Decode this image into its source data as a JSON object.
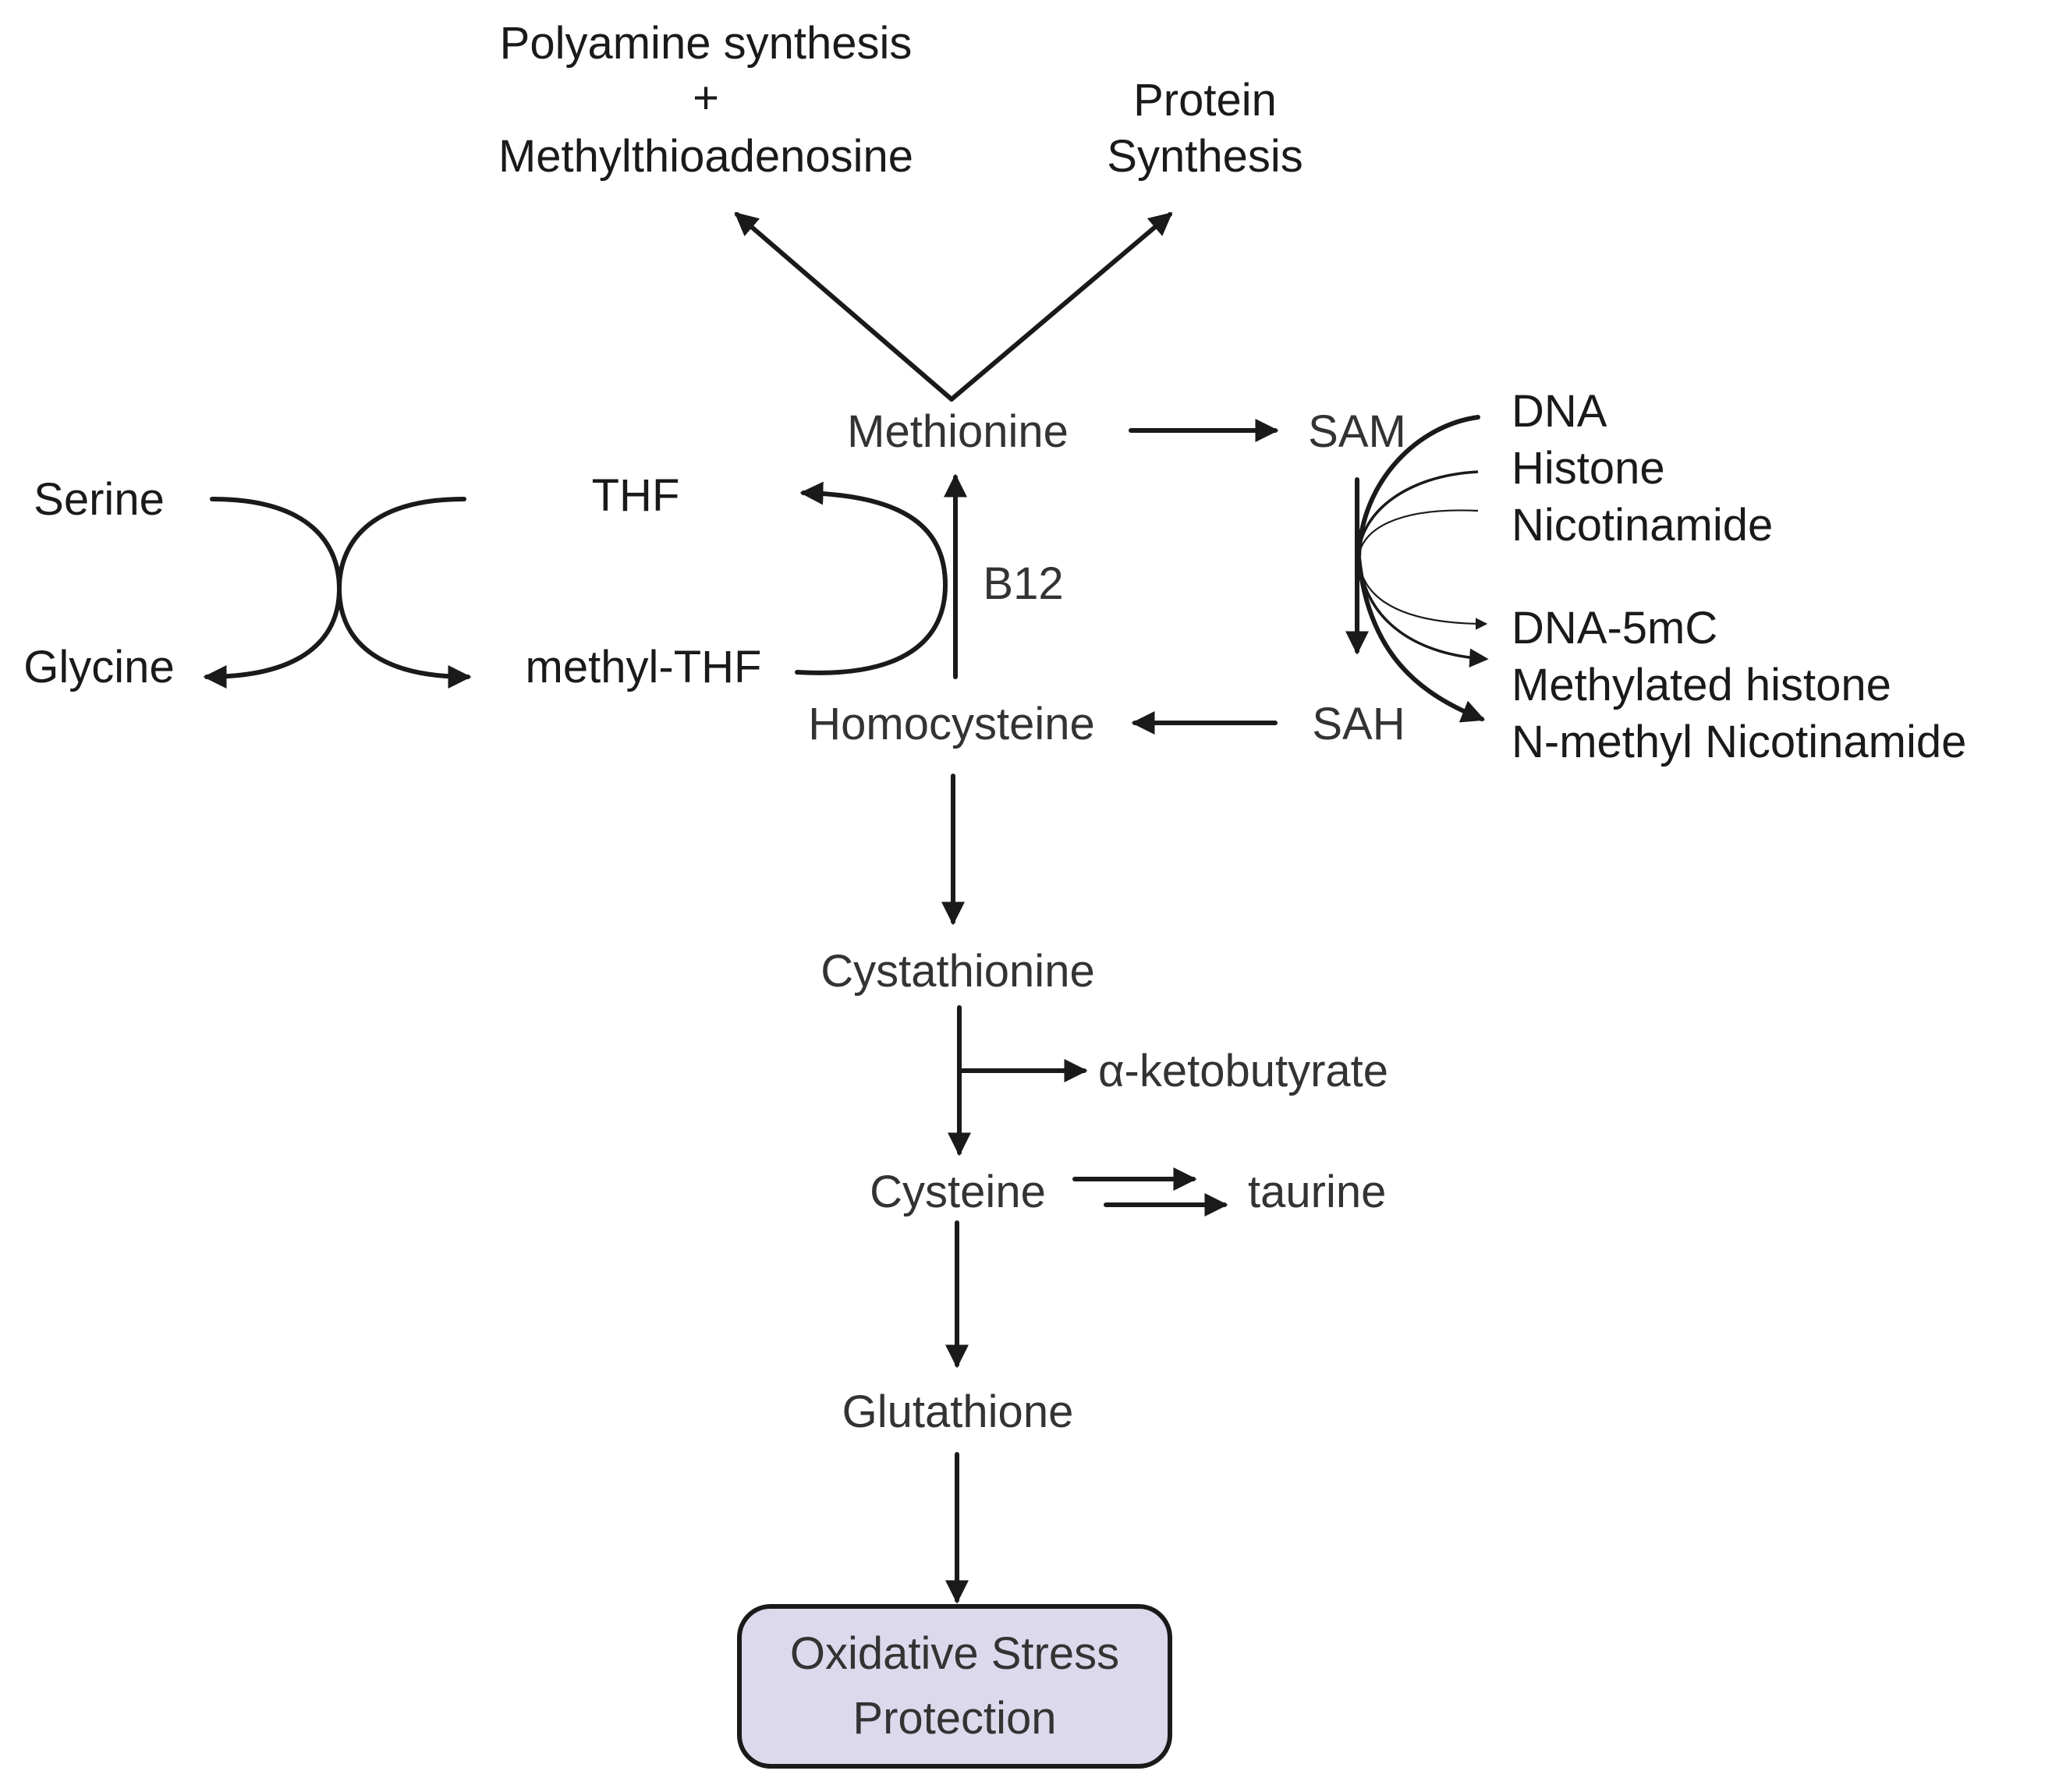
{
  "labels": {
    "polyamine_1": "Polyamine synthesis",
    "polyamine_2": "+",
    "polyamine_3": "Methylthioadenosine",
    "protein_1": "Protein",
    "protein_2": "Synthesis",
    "methionine": "Methionine",
    "sam": "SAM",
    "dna": "DNA",
    "histone": "Histone",
    "nicotinamide": "Nicotinamide",
    "serine": "Serine",
    "thf": "THF",
    "b12": "B12",
    "glycine": "Glycine",
    "methyl_thf": "methyl-THF",
    "dna_5mc": "DNA-5mC",
    "methylated_histone": "Methylated histone",
    "n_methyl_nicotinamide": "N-methyl Nicotinamide",
    "homocysteine": "Homocysteine",
    "sah": "SAH",
    "cystathionine": "Cystathionine",
    "ketobutyrate": "α-ketobutyrate",
    "cysteine": "Cysteine",
    "taurine": "taurine",
    "glutathione": "Glutathione",
    "oxidative_1": "Oxidative Stress",
    "oxidative_2": "Protection"
  },
  "colors": {
    "box_fill": "#dcd9ec",
    "line": "#1a1a1a"
  }
}
